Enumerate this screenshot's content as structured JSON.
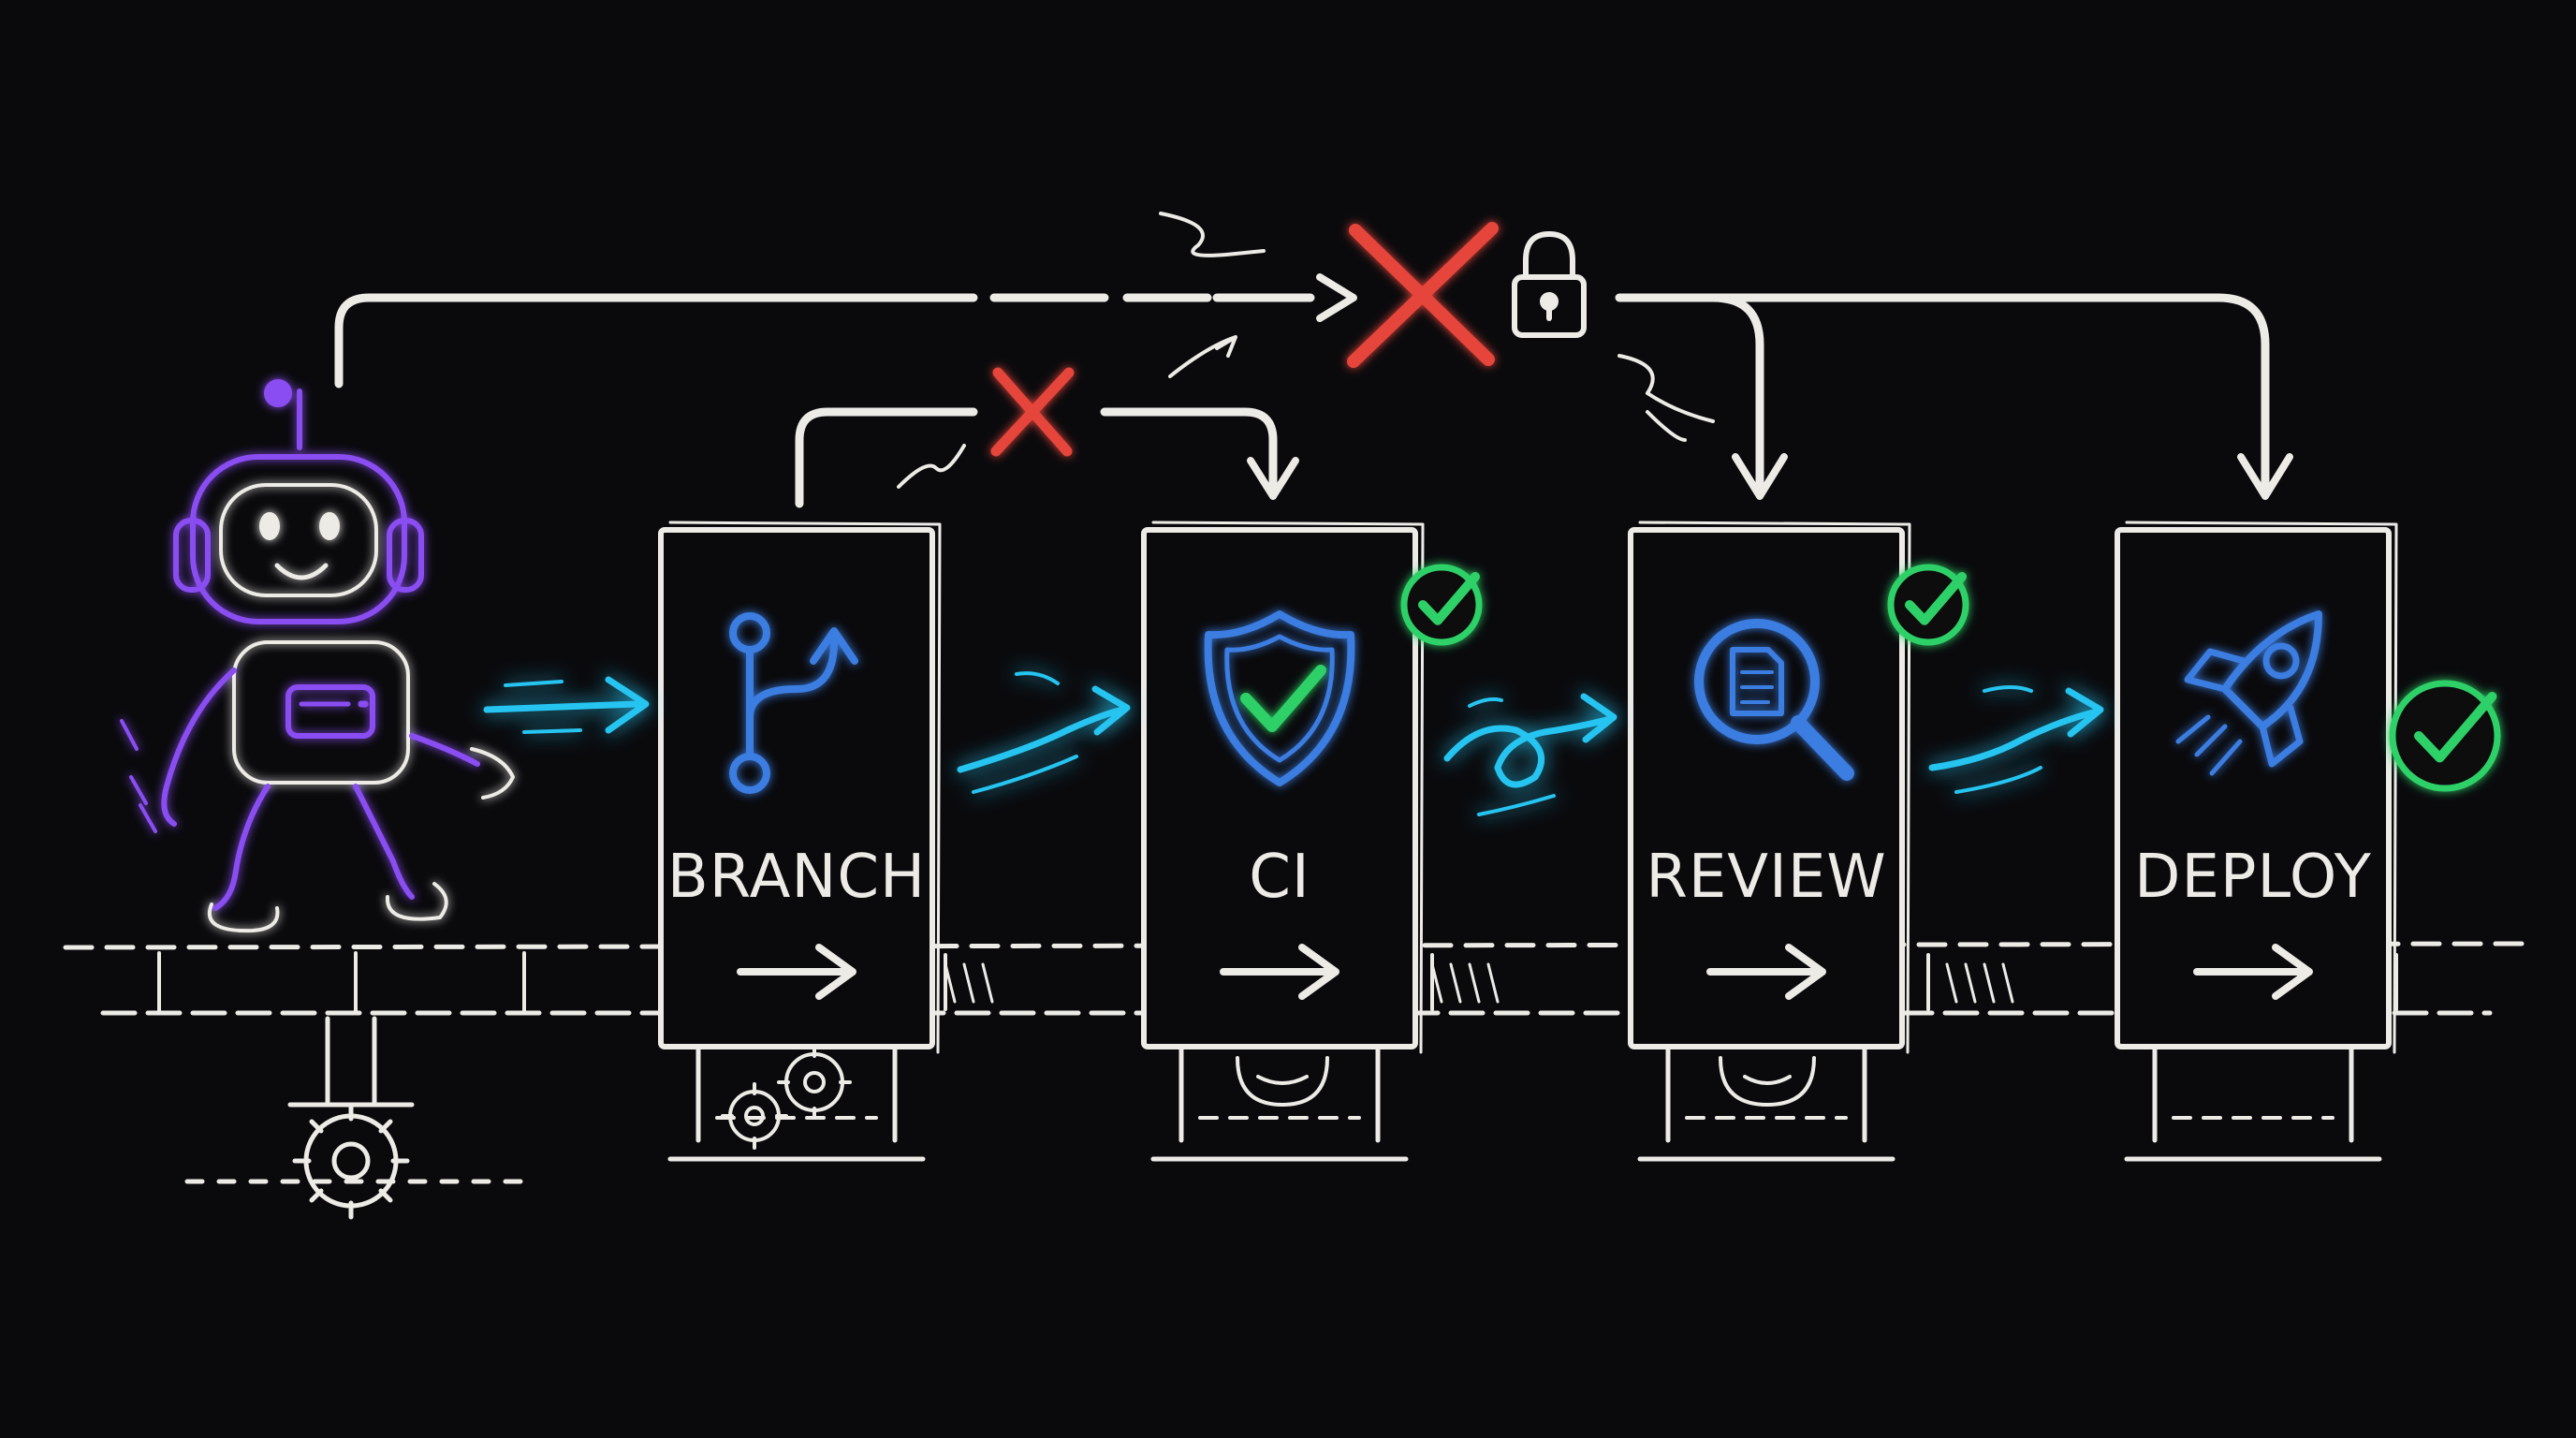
{
  "colors": {
    "background": "#0a0a0d",
    "chalk": "#ecebe6",
    "flow": "#27c4f0",
    "robot": "#8a4df2",
    "icon": "#3b7de0",
    "check": "#2fd167",
    "blocked": "#e5443b"
  },
  "agent": {
    "icon": "robot-icon",
    "state": "walking"
  },
  "stages": [
    {
      "id": "branch",
      "label": "BRANCH",
      "icon": "git-branch-icon",
      "passed": false
    },
    {
      "id": "ci",
      "label": "CI",
      "icon": "shield-check-icon",
      "passed": true
    },
    {
      "id": "review",
      "label": "REVIEW",
      "icon": "document-search-icon",
      "passed": true
    },
    {
      "id": "deploy",
      "label": "DEPLOY",
      "icon": "rocket-icon",
      "passed": true
    }
  ],
  "bypass_routes": [
    {
      "from": "branch",
      "to": "ci",
      "state": "blocked",
      "icon": "x-icon"
    },
    {
      "from": "agent",
      "to": "review",
      "state": "blocked",
      "icon": "x-icon",
      "lock_icon": "lock-icon"
    },
    {
      "from": "agent",
      "to": "deploy",
      "state": "blocked",
      "icon": "x-icon"
    }
  ]
}
